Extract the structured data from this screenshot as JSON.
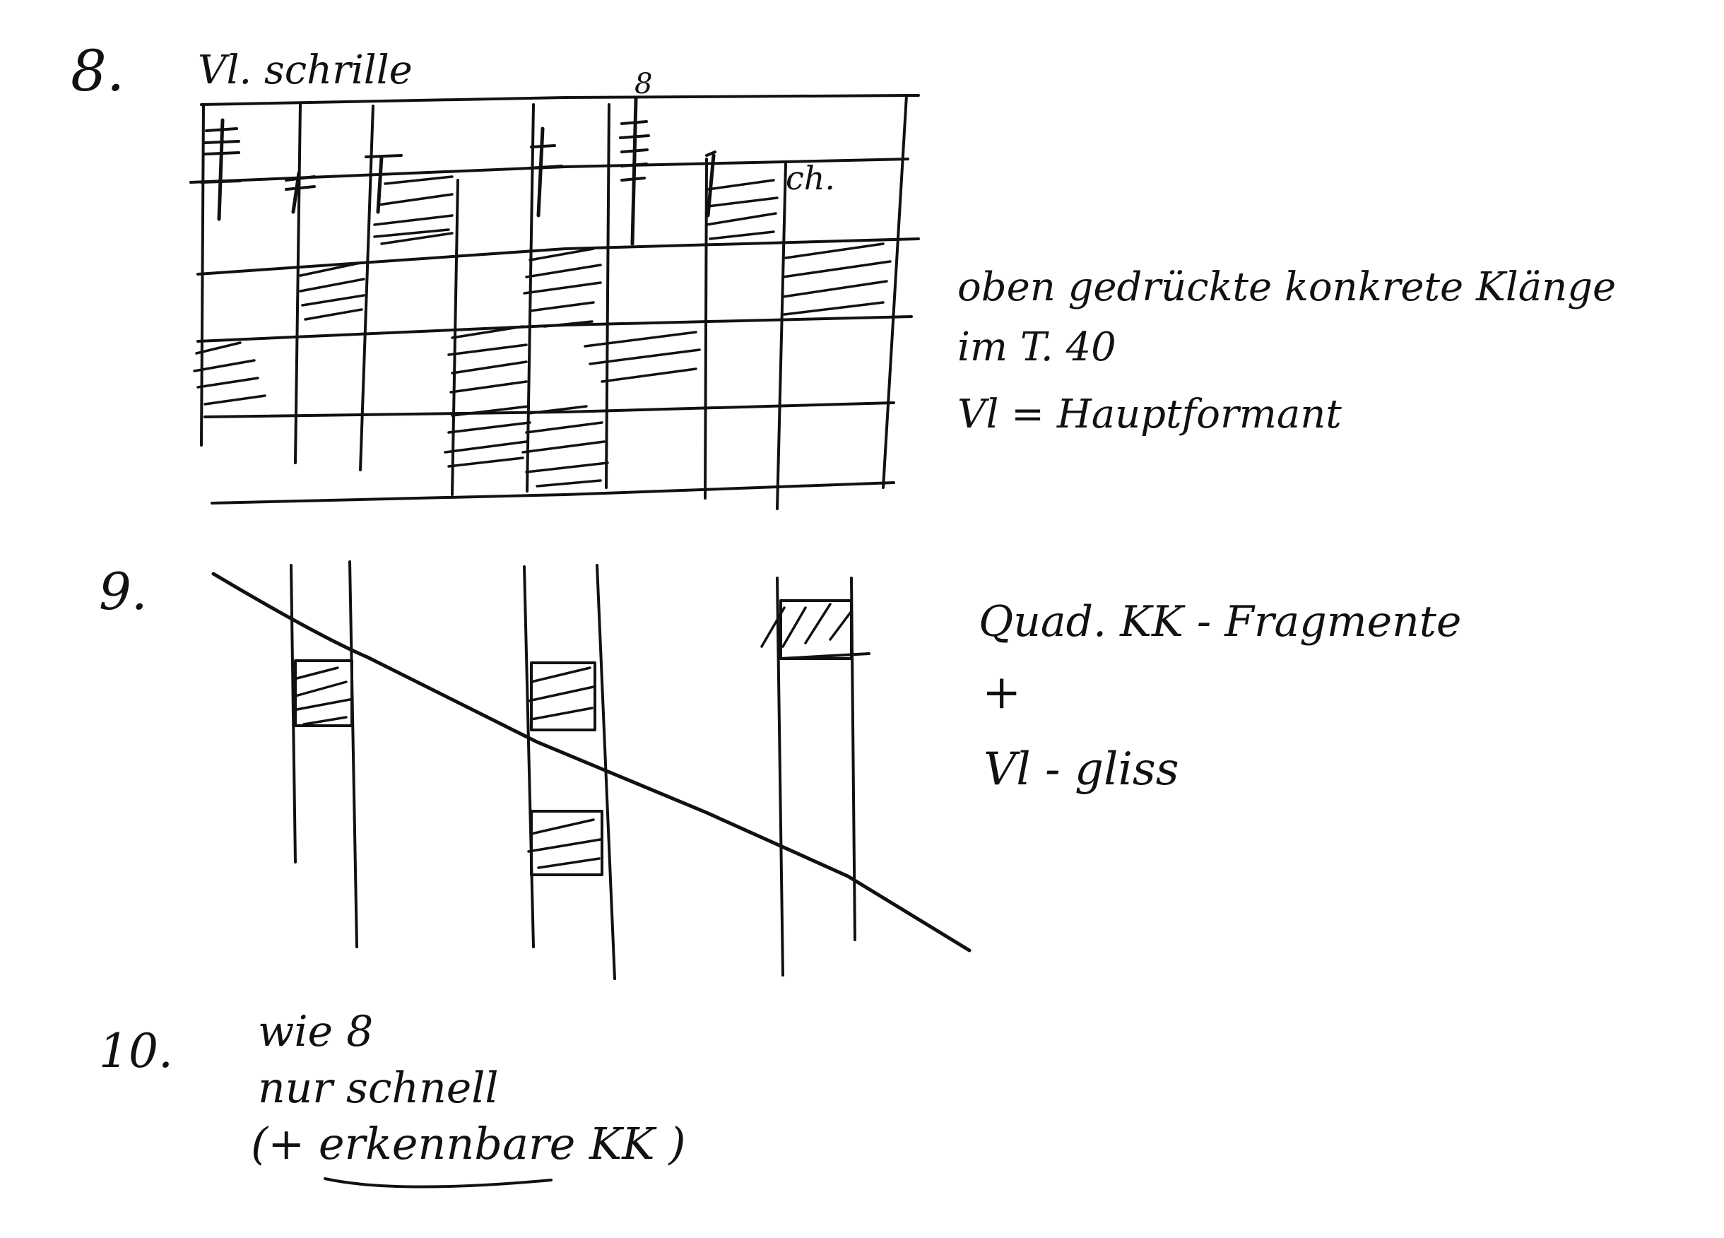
{
  "ink_color": "#111111",
  "paper_color": "#ffffff",
  "section_8": {
    "number": "8.",
    "title": "Vl. schrille",
    "grid_top_mark": "8",
    "note_label": "ch.",
    "annotation_lines": [
      "oben gedrückte konkrete Klänge",
      "im T. 40",
      "Vl = Hauptformant"
    ]
  },
  "section_9": {
    "number": "9.",
    "annotation_lines": [
      "Quad. KK - Fragmente",
      "+",
      "Vl - gliss"
    ]
  },
  "section_10": {
    "number": "10.",
    "lines": [
      "wie 8",
      "nur schnell",
      "(+ erkennbare KK )"
    ]
  }
}
